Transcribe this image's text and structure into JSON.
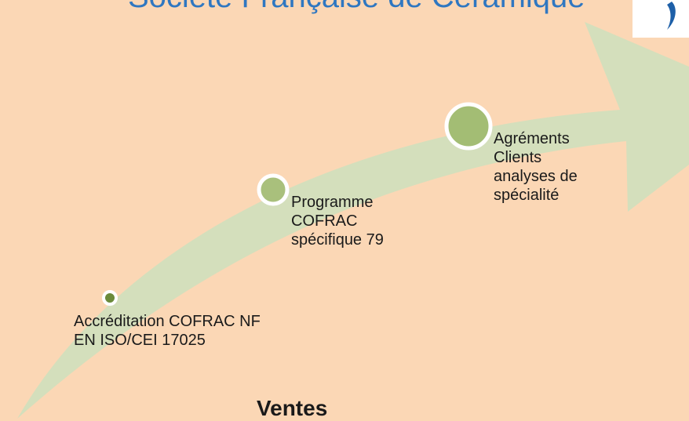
{
  "header": {
    "title": "Société Française de Céramique"
  },
  "milestones": [
    {
      "lines": [
        "Accréditation COFRAC NF",
        "EN ISO/CEI 17025"
      ]
    },
    {
      "lines": [
        "Programme",
        "COFRAC",
        "spécifique 79"
      ]
    },
    {
      "lines": [
        "Agréments",
        "Clients",
        "analyses de",
        "spécialité"
      ]
    }
  ],
  "footer": {
    "label": "Ventes"
  },
  "colors": {
    "background": "#fbd7b5",
    "arrow": "#d4dfbc",
    "title": "#2f77c1",
    "circle_small": "#6b8a3a",
    "circle_medium": "#a9c07c",
    "circle_large": "#a3bd74"
  }
}
